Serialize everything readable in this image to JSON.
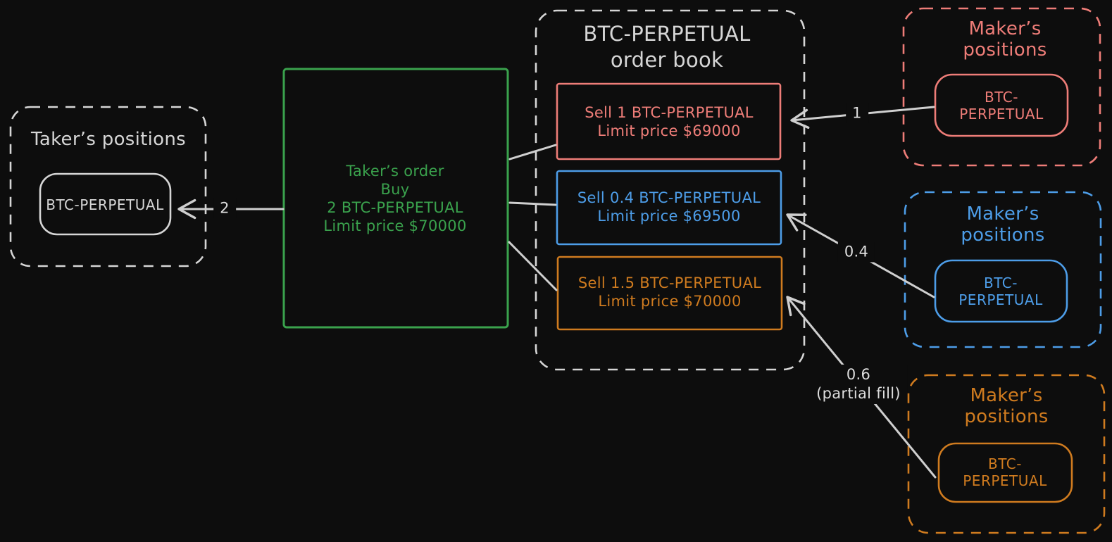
{
  "diagram": {
    "taker_positions": {
      "title": "Taker’s positions",
      "position_label": "BTC-PERPETUAL"
    },
    "taker_order": {
      "text": "Taker’s order\nBuy\n2 BTC-PERPETUAL\nLimit price $70000"
    },
    "order_book": {
      "title": "BTC-PERPETUAL\norder book",
      "asks": [
        {
          "text": "Sell 1 BTC-PERPETUAL\nLimit price $69000",
          "color": "#ee7d78"
        },
        {
          "text": "Sell 0.4 BTC-PERPETUAL\nLimit price $69500",
          "color": "#4d9de8"
        },
        {
          "text": "Sell 1.5 BTC-PERPETUAL\nLimit price $70000",
          "color": "#cf7b1f"
        }
      ]
    },
    "makers": [
      {
        "title": "Maker’s positions",
        "position_label": "BTC-PERPETUAL",
        "color": "#ee7d78"
      },
      {
        "title": "Maker’s positions",
        "position_label": "BTC-PERPETUAL",
        "color": "#4d9de8"
      },
      {
        "title": "Maker’s positions",
        "position_label": "BTC-PERPETUAL",
        "color": "#cf7b1f"
      }
    ],
    "flow_labels": {
      "to_taker": "2",
      "from_maker_1": "1",
      "from_maker_2": "0.4",
      "from_maker_3": "0.6\n(partial fill)"
    },
    "colors": {
      "background": "#0d0d0d",
      "ink": "#d6d6d6",
      "taker_order_green": "#3aa24d",
      "maker_red": "#ee7d78",
      "maker_blue": "#4d9de8",
      "maker_orange": "#cf7b1f"
    }
  }
}
